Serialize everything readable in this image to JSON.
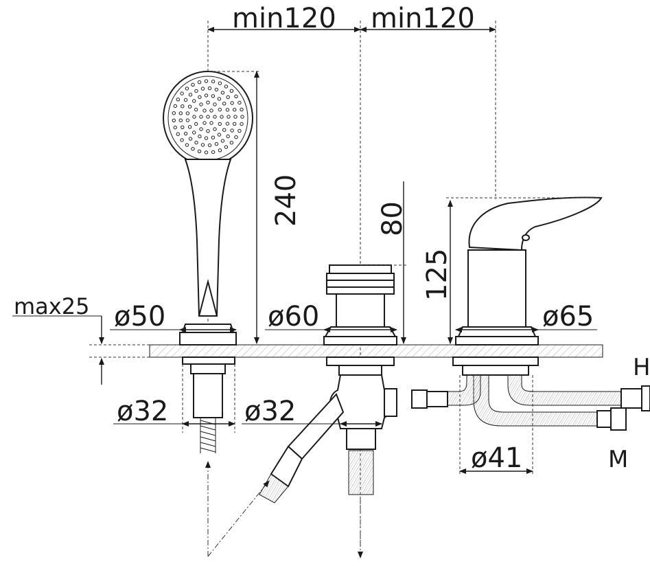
{
  "dimensions": {
    "width_left": "min120",
    "width_right": "min120",
    "height_shower": "240",
    "height_spout_top": "80",
    "height_mixer": "125",
    "deck_thickness": "max25",
    "dia_shower_base": "ø50",
    "dia_spout_base": "ø60",
    "dia_mixer_base": "ø65",
    "dia_shower_shank": "ø32",
    "dia_spout_shank": "ø32",
    "dia_mixer_shank": "ø41"
  },
  "hose_labels": {
    "hot": "H",
    "cold": "M"
  }
}
